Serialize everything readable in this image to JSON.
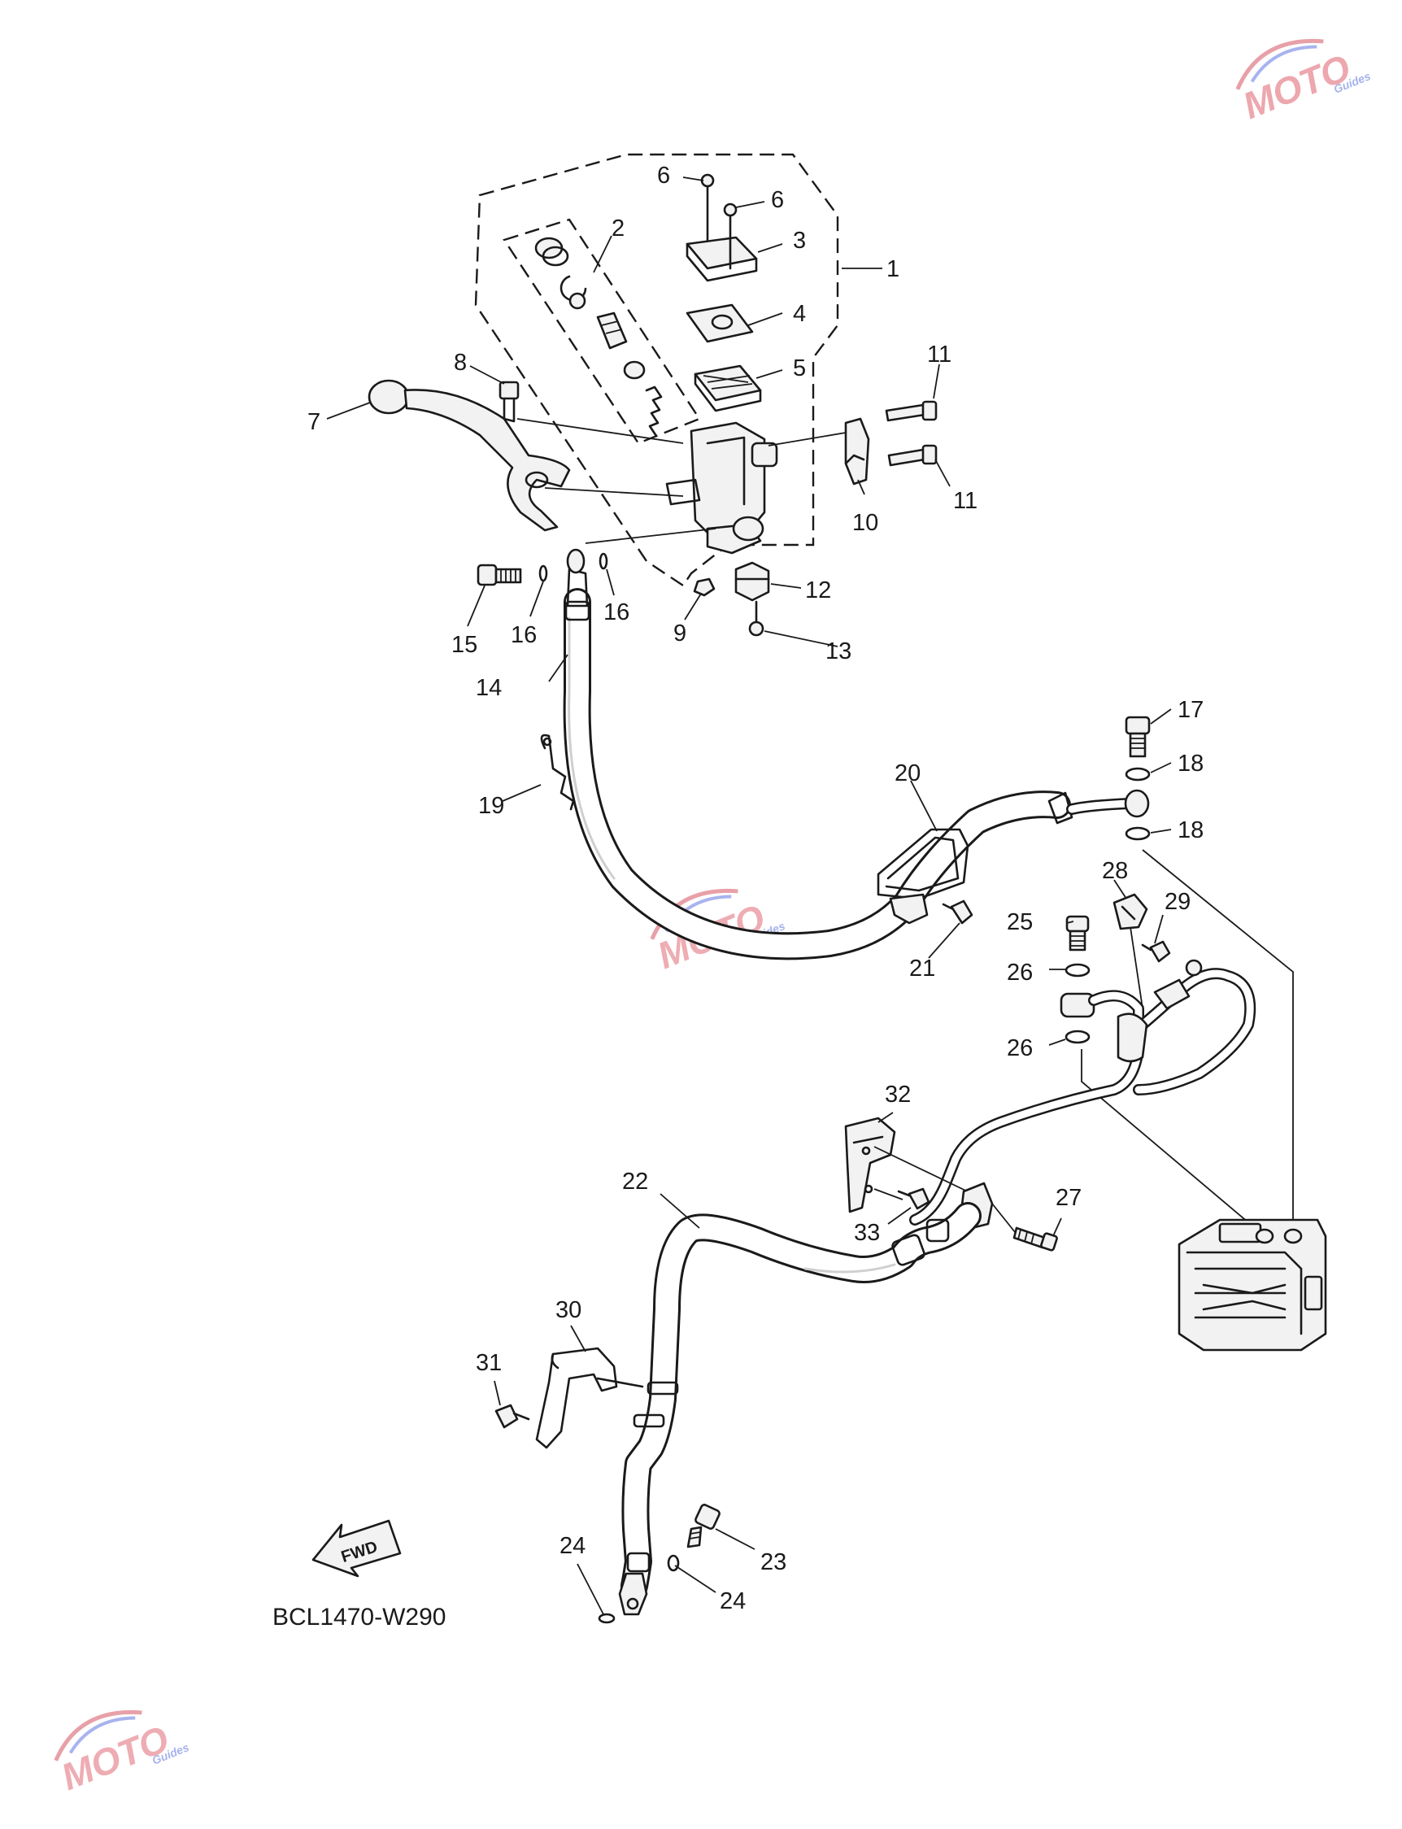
{
  "diagram": {
    "part_code": "BCL1470-W290",
    "fwd_label": "FWD",
    "callouts": {
      "c1": "1",
      "c2": "2",
      "c3": "3",
      "c4": "4",
      "c5": "5",
      "c6a": "6",
      "c6b": "6",
      "c7": "7",
      "c8": "8",
      "c9": "9",
      "c10": "10",
      "c11a": "11",
      "c11b": "11",
      "c12": "12",
      "c13": "13",
      "c14": "14",
      "c15": "15",
      "c16a": "16",
      "c16b": "16",
      "c17": "17",
      "c18a": "18",
      "c18b": "18",
      "c19": "19",
      "c20": "20",
      "c21": "21",
      "c22": "22",
      "c23": "23",
      "c24a": "24",
      "c24b": "24",
      "c25": "25",
      "c26a": "26",
      "c26b": "26",
      "c27": "27",
      "c28": "28",
      "c29": "29",
      "c30": "30",
      "c31": "31",
      "c32": "32",
      "c33": "33"
    }
  },
  "watermark": {
    "logo_text": "MOTO",
    "logo_subtext": "Guides",
    "accent_color": "#e23a3a",
    "accent_color_2": "#3a5bd9"
  }
}
